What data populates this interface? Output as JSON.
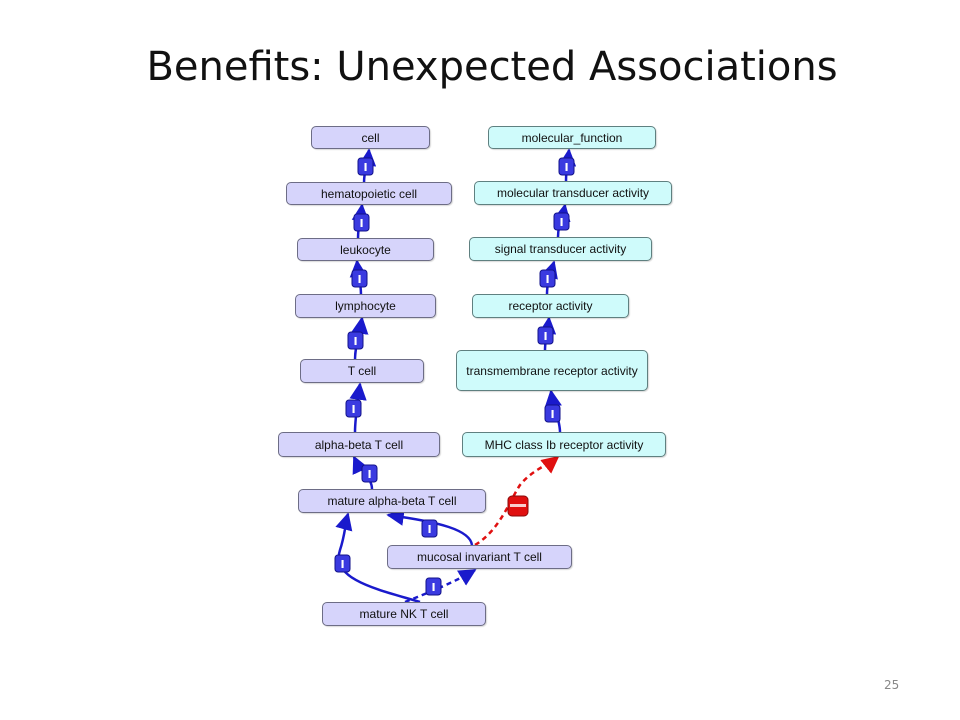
{
  "title": "Benefits:  Unexpected Associations",
  "page_number": "25",
  "colors": {
    "cell_fill": "#d6d4fb",
    "function_fill": "#cffbfb",
    "is_a_edge": "#1a1acc",
    "association_edge": "#e01010"
  },
  "edge_badge_label": "I",
  "cell_nodes": [
    "cell",
    "hematopoietic cell",
    "leukocyte",
    "lymphocyte",
    "T cell",
    "alpha-beta T cell",
    "mature alpha-beta T cell",
    "mucosal invariant T cell",
    "mature NK T cell"
  ],
  "function_nodes": [
    "molecular_function",
    "molecular transducer activity",
    "signal transducer activity",
    "receptor activity",
    "transmembrane receptor activity",
    "MHC class Ib receptor activity"
  ],
  "edges": [
    {
      "from": "hematopoietic cell",
      "to": "cell",
      "type": "is_a"
    },
    {
      "from": "leukocyte",
      "to": "hematopoietic cell",
      "type": "is_a"
    },
    {
      "from": "lymphocyte",
      "to": "leukocyte",
      "type": "is_a"
    },
    {
      "from": "T cell",
      "to": "lymphocyte",
      "type": "is_a"
    },
    {
      "from": "alpha-beta T cell",
      "to": "T cell",
      "type": "is_a"
    },
    {
      "from": "mature alpha-beta T cell",
      "to": "alpha-beta T cell",
      "type": "is_a"
    },
    {
      "from": "mucosal invariant T cell",
      "to": "mature alpha-beta T cell",
      "type": "is_a"
    },
    {
      "from": "mature NK T cell",
      "to": "mature alpha-beta T cell",
      "type": "is_a"
    },
    {
      "from": "mature NK T cell",
      "to": "mucosal invariant T cell",
      "type": "is_a",
      "style": "dashed"
    },
    {
      "from": "molecular transducer activity",
      "to": "molecular_function",
      "type": "is_a"
    },
    {
      "from": "signal transducer activity",
      "to": "molecular transducer activity",
      "type": "is_a"
    },
    {
      "from": "receptor activity",
      "to": "signal transducer activity",
      "type": "is_a"
    },
    {
      "from": "transmembrane receptor activity",
      "to": "receptor activity",
      "type": "is_a"
    },
    {
      "from": "MHC class Ib receptor activity",
      "to": "transmembrane receptor activity",
      "type": "is_a"
    },
    {
      "from": "mucosal invariant T cell",
      "to": "MHC class Ib receptor activity",
      "type": "association",
      "style": "dashed"
    }
  ]
}
